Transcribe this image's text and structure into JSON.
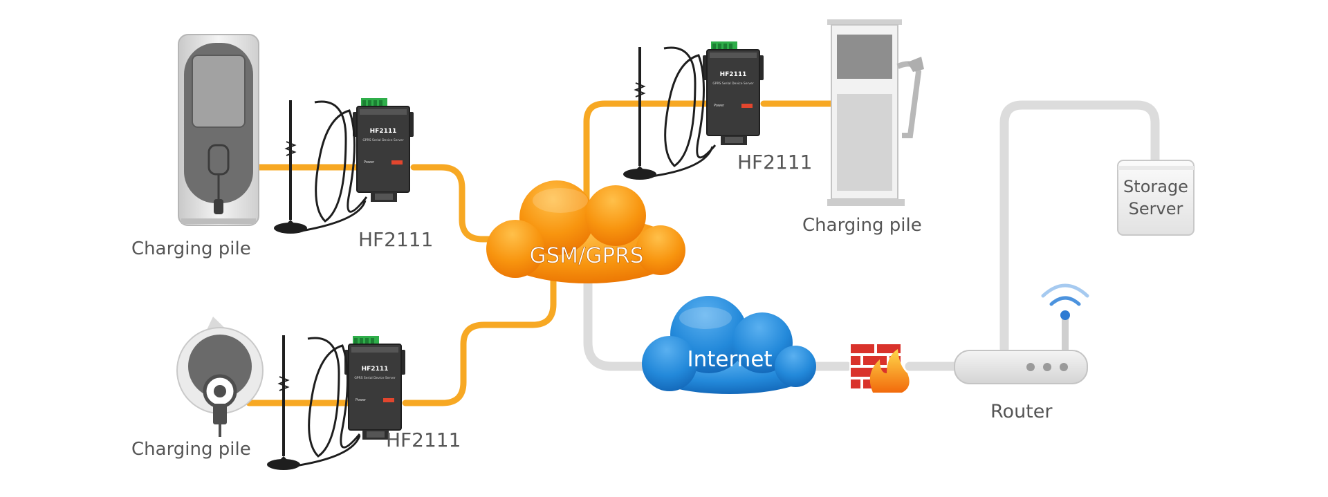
{
  "labels": {
    "charging_pile_top_left": "Charging pile",
    "charging_pile_bottom_left": "Charging pile",
    "charging_pile_top_right": "Charging pile",
    "device_top_left": "HF2111",
    "device_bottom_left": "HF2111",
    "device_top_center": "HF2111",
    "gsm_cloud": "GSM/GPRS",
    "internet_cloud": "Internet",
    "router": "Router",
    "storage_server_line1": "Storage",
    "storage_server_line2": "Server"
  },
  "device": {
    "model": "HF2111",
    "subtitle": "GPRS Serial Device Server",
    "power_label": "Power"
  },
  "colors": {
    "wire": "#F7A823",
    "lan": "#DCDCDC",
    "gsm_cloud": "#F58A0A",
    "internet_cloud": "#1F7FD0",
    "firewall_brick": "#D9322B",
    "label_text": "#555555"
  }
}
